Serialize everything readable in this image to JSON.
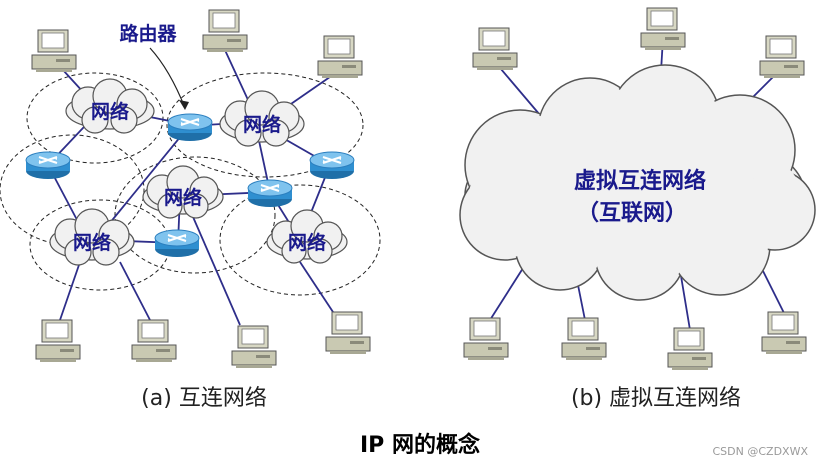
{
  "router_callout": "路由器",
  "left": {
    "network_label": "网络",
    "caption": "(a) 互连网络"
  },
  "right": {
    "cloud_line1": "虚拟互连网络",
    "cloud_line2": "（互联网）",
    "caption": "(b) 虚拟互连网络"
  },
  "title": "IP 网的概念",
  "watermark": "CSDN @CZDXWX",
  "colors": {
    "link": "#2e2e8a",
    "cloud_fill": "#f1f1f1",
    "cloud_stroke": "#555555",
    "router": "#2f8fd0",
    "label": "#1a1a8c",
    "computer": "#cfcfb8"
  },
  "icons": [
    "computer-icon",
    "router-icon",
    "cloud-icon"
  ]
}
